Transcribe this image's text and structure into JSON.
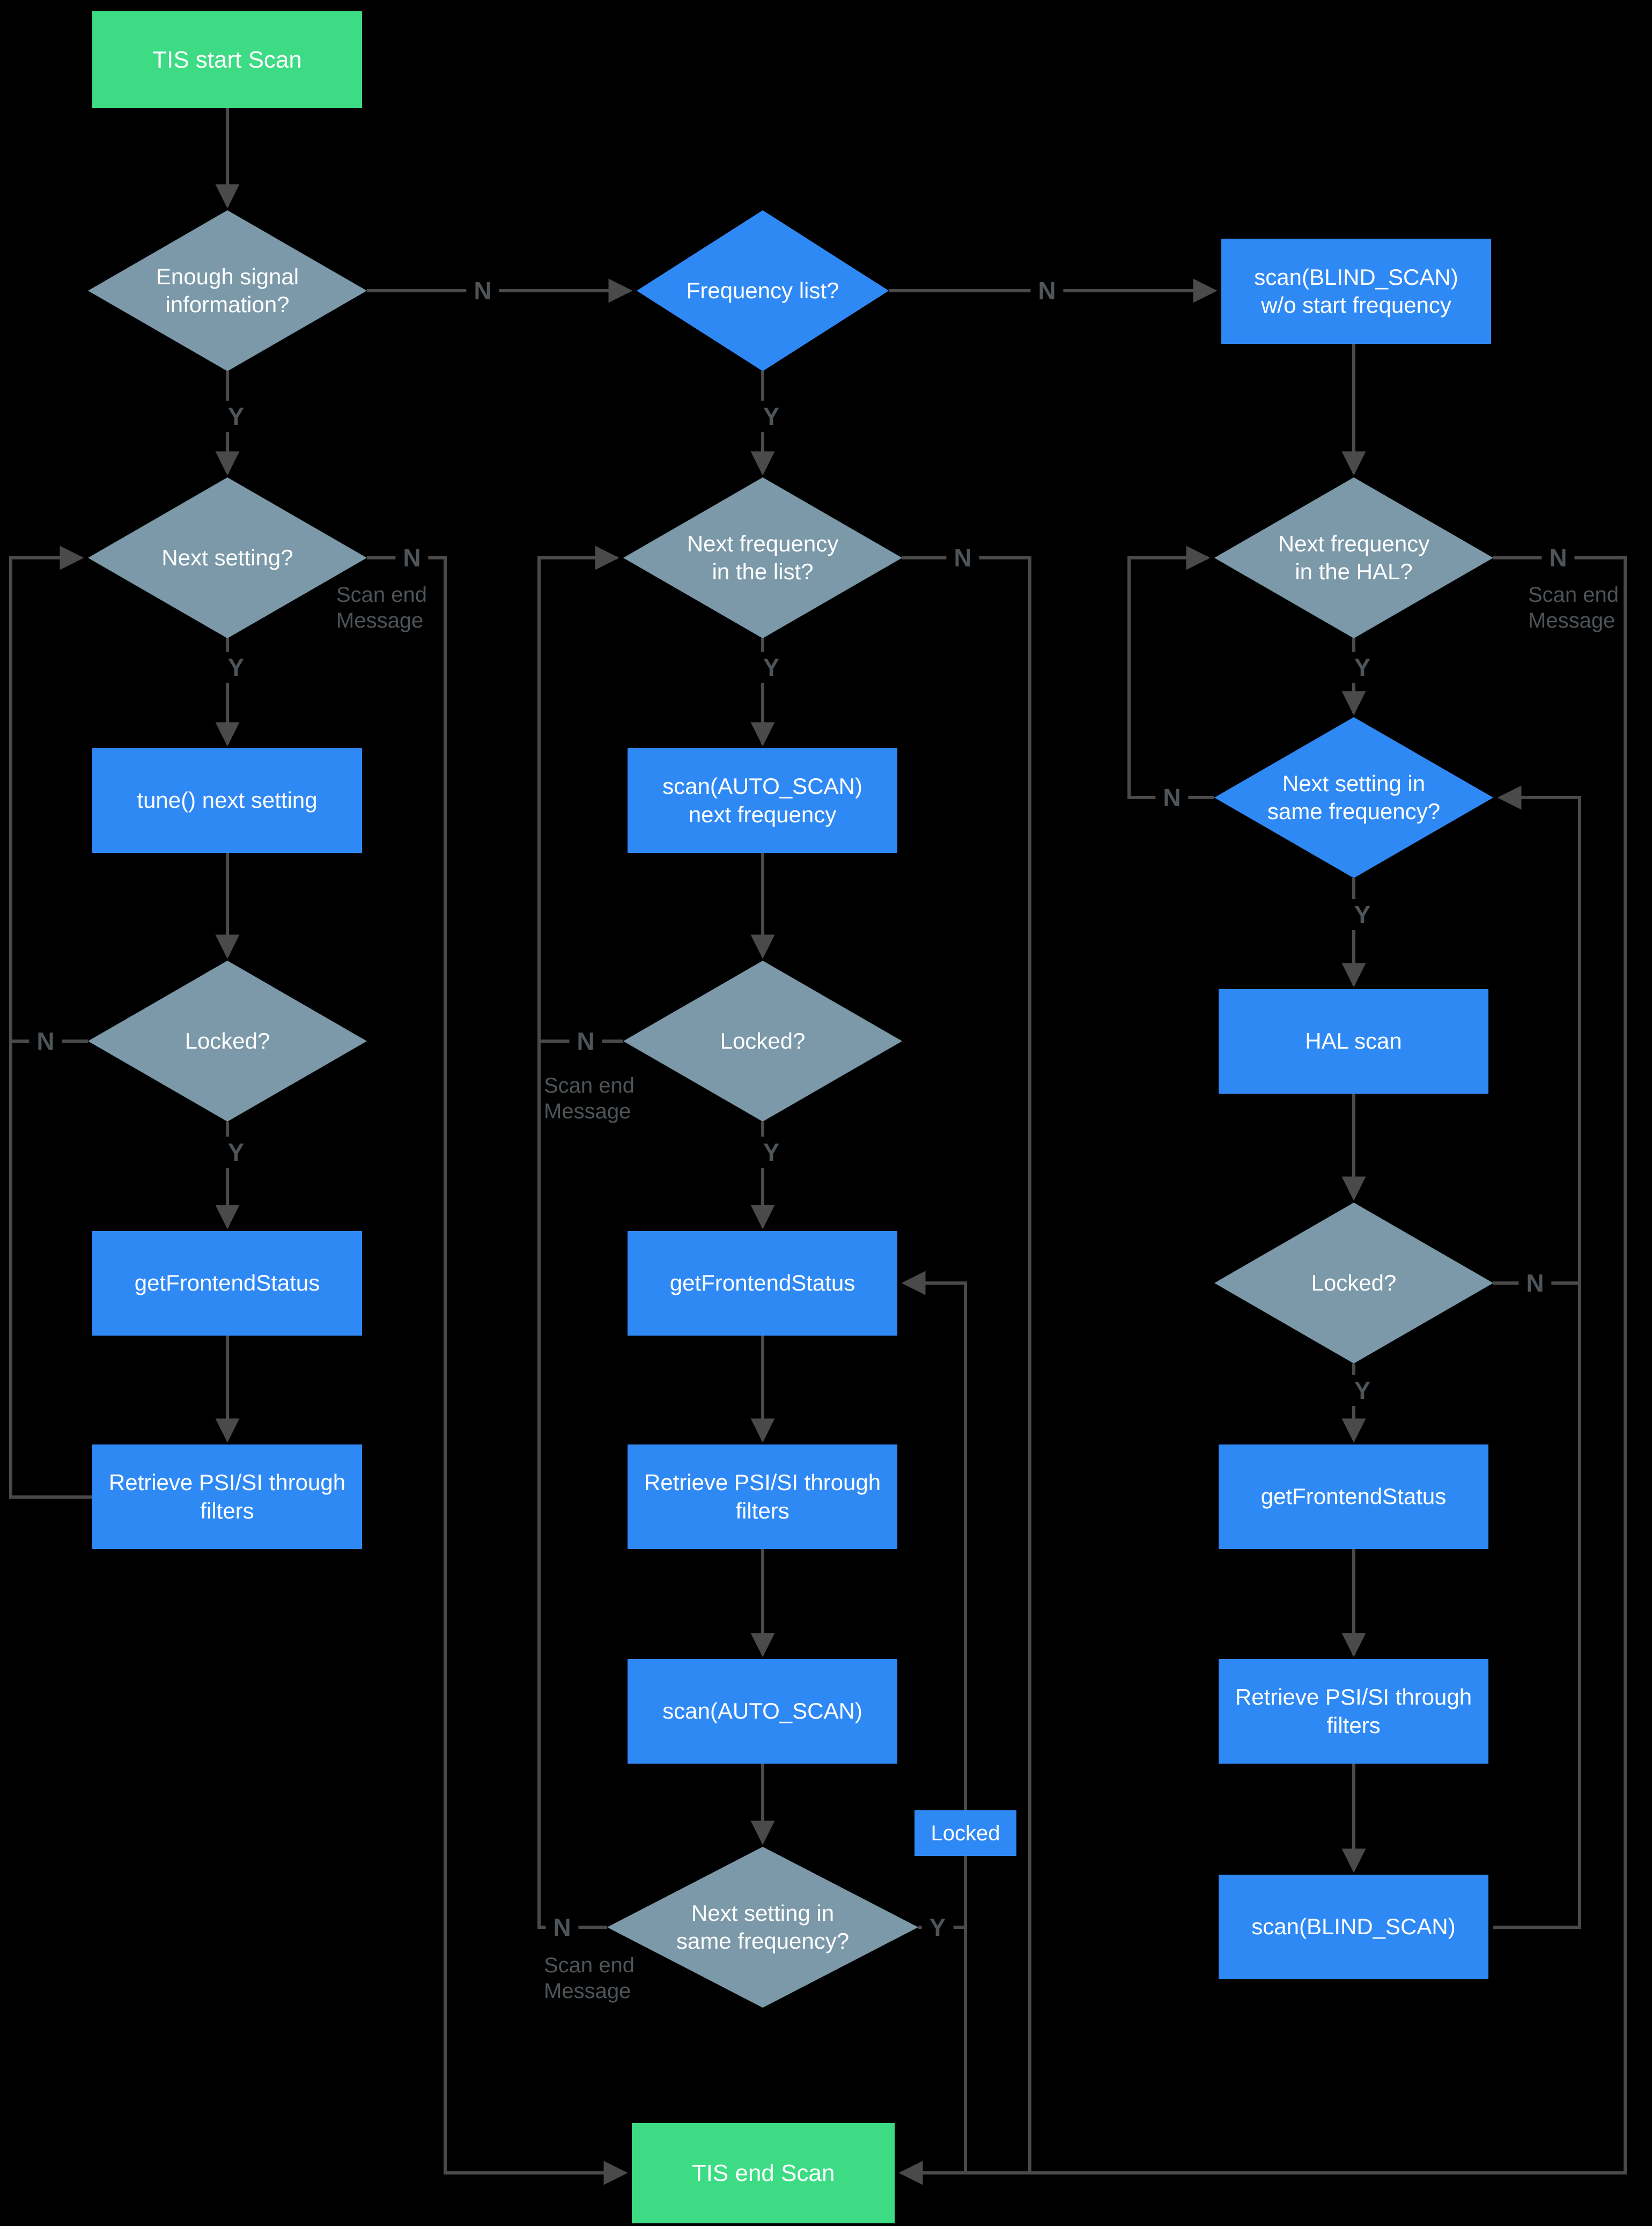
{
  "diagram": {
    "background": "#000000",
    "colors": {
      "start_end_green": "#3ddc84",
      "process_blue": "#2f89f5",
      "decision_slate": "#7b99a8",
      "connector_gray": "#4a4a4a",
      "annotation_gray": "#4e5458",
      "node_text": "#ffffff"
    },
    "nodes": [
      {
        "id": "start",
        "type": "start",
        "label": "TIS start Scan"
      },
      {
        "id": "d_enough",
        "type": "decision",
        "label": "Enough signal information?"
      },
      {
        "id": "d_next_setting",
        "type": "decision",
        "label": "Next setting?"
      },
      {
        "id": "p_tune",
        "type": "process",
        "label": "tune() next setting"
      },
      {
        "id": "d_locked_l",
        "type": "decision",
        "label": "Locked?"
      },
      {
        "id": "p_gfs_l",
        "type": "process",
        "label": "getFrontendStatus"
      },
      {
        "id": "p_psi_l",
        "type": "process",
        "label": "Retrieve PSI/SI through filters"
      },
      {
        "id": "d_freqlist",
        "type": "decision-blue",
        "label": "Frequency list?"
      },
      {
        "id": "d_next_freq_list",
        "type": "decision",
        "label": "Next frequency in the list?"
      },
      {
        "id": "p_scan_auto_next",
        "type": "process",
        "label": "scan(AUTO_SCAN) next frequency"
      },
      {
        "id": "d_locked_m",
        "type": "decision",
        "label": "Locked?"
      },
      {
        "id": "p_gfs_m",
        "type": "process",
        "label": "getFrontendStatus"
      },
      {
        "id": "p_psi_m",
        "type": "process",
        "label": "Retrieve PSI/SI through filters"
      },
      {
        "id": "p_scan_auto",
        "type": "process",
        "label": "scan(AUTO_SCAN)"
      },
      {
        "id": "lbl_locked",
        "type": "edge-label-box",
        "label": "Locked"
      },
      {
        "id": "d_same_m",
        "type": "decision",
        "label": "Next setting in same frequency?"
      },
      {
        "id": "end",
        "type": "end",
        "label": "TIS end Scan"
      },
      {
        "id": "p_scan_blind_wo",
        "type": "process",
        "label": "scan(BLIND_SCAN) w/o start frequency"
      },
      {
        "id": "d_next_freq_hal",
        "type": "decision",
        "label": "Next frequency in the HAL?"
      },
      {
        "id": "d_same_r",
        "type": "decision-blue",
        "label": "Next setting in same frequency?"
      },
      {
        "id": "p_hal_scan",
        "type": "process",
        "label": "HAL scan"
      },
      {
        "id": "d_locked_r",
        "type": "decision",
        "label": "Locked?"
      },
      {
        "id": "p_gfs_r",
        "type": "process",
        "label": "getFrontendStatus"
      },
      {
        "id": "p_psi_r",
        "type": "process",
        "label": "Retrieve PSI/SI through filters"
      },
      {
        "id": "p_scan_blind",
        "type": "process",
        "label": "scan(BLIND_SCAN)"
      }
    ],
    "edge_labels": [
      {
        "id": "n_enough",
        "text": "N"
      },
      {
        "id": "n_freqlist",
        "text": "N"
      },
      {
        "id": "y_enough",
        "text": "Y"
      },
      {
        "id": "y_freqlist",
        "text": "Y"
      },
      {
        "id": "n_next_setting",
        "text": "N"
      },
      {
        "id": "n_next_freq_list",
        "text": "N"
      },
      {
        "id": "n_next_freq_hal",
        "text": "N"
      },
      {
        "id": "y_next_setting",
        "text": "Y"
      },
      {
        "id": "y_next_freq_list",
        "text": "Y"
      },
      {
        "id": "y_next_freq_hal",
        "text": "Y"
      },
      {
        "id": "n_locked_l",
        "text": "N"
      },
      {
        "id": "n_locked_m",
        "text": "N"
      },
      {
        "id": "n_locked_r",
        "text": "N"
      },
      {
        "id": "y_locked_l",
        "text": "Y"
      },
      {
        "id": "y_locked_m",
        "text": "Y"
      },
      {
        "id": "y_locked_r",
        "text": "Y"
      },
      {
        "id": "n_same_m",
        "text": "N"
      },
      {
        "id": "y_same_m",
        "text": "Y"
      },
      {
        "id": "n_same_r",
        "text": "N"
      },
      {
        "id": "y_same_r",
        "text": "Y"
      },
      {
        "id": "scanend_left",
        "text": "Scan end Message"
      },
      {
        "id": "scanend_mid_locked",
        "text": "Scan end Message"
      },
      {
        "id": "scanend_mid_same",
        "text": "Scan end Message"
      },
      {
        "id": "scanend_right",
        "text": "Scan end Message"
      }
    ]
  }
}
